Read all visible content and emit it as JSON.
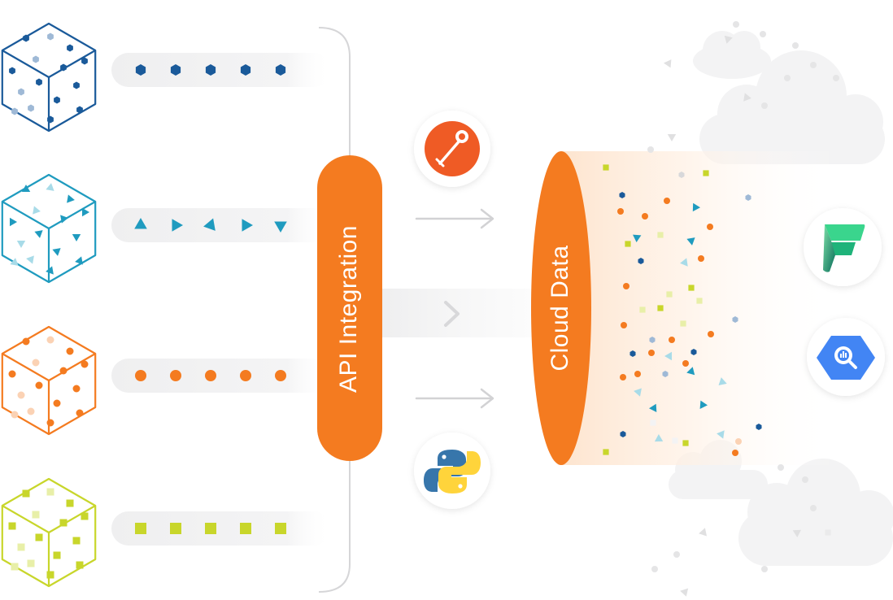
{
  "labels": {
    "api_integration": "API Integration",
    "cloud_data": "Cloud Data"
  },
  "colors": {
    "orange": "#f47b20",
    "dark_blue": "#1a5a9a",
    "teal": "#1f9bbf",
    "lime": "#c8d62b",
    "grey_track": "#f0f0f1",
    "cloud": "#f3f3f4",
    "bracket": "#d6d6d8"
  },
  "sources": [
    {
      "name": "blue-hexagon-source",
      "shape": "hexagon",
      "color": "#1a5a9a",
      "light": "#9fb9d6"
    },
    {
      "name": "teal-triangle-source",
      "shape": "triangle",
      "color": "#1f9bbf",
      "light": "#a8dbe8"
    },
    {
      "name": "orange-circle-source",
      "shape": "circle",
      "color": "#f47b20",
      "light": "#fbd2b4"
    },
    {
      "name": "lime-square-source",
      "shape": "square",
      "color": "#c8d62b",
      "light": "#e8efa8"
    }
  ],
  "tools": [
    {
      "name": "postman-icon"
    },
    {
      "name": "python-icon"
    }
  ],
  "destinations": [
    {
      "name": "microsoft-fabric-icon"
    },
    {
      "name": "google-bigquery-icon"
    }
  ]
}
